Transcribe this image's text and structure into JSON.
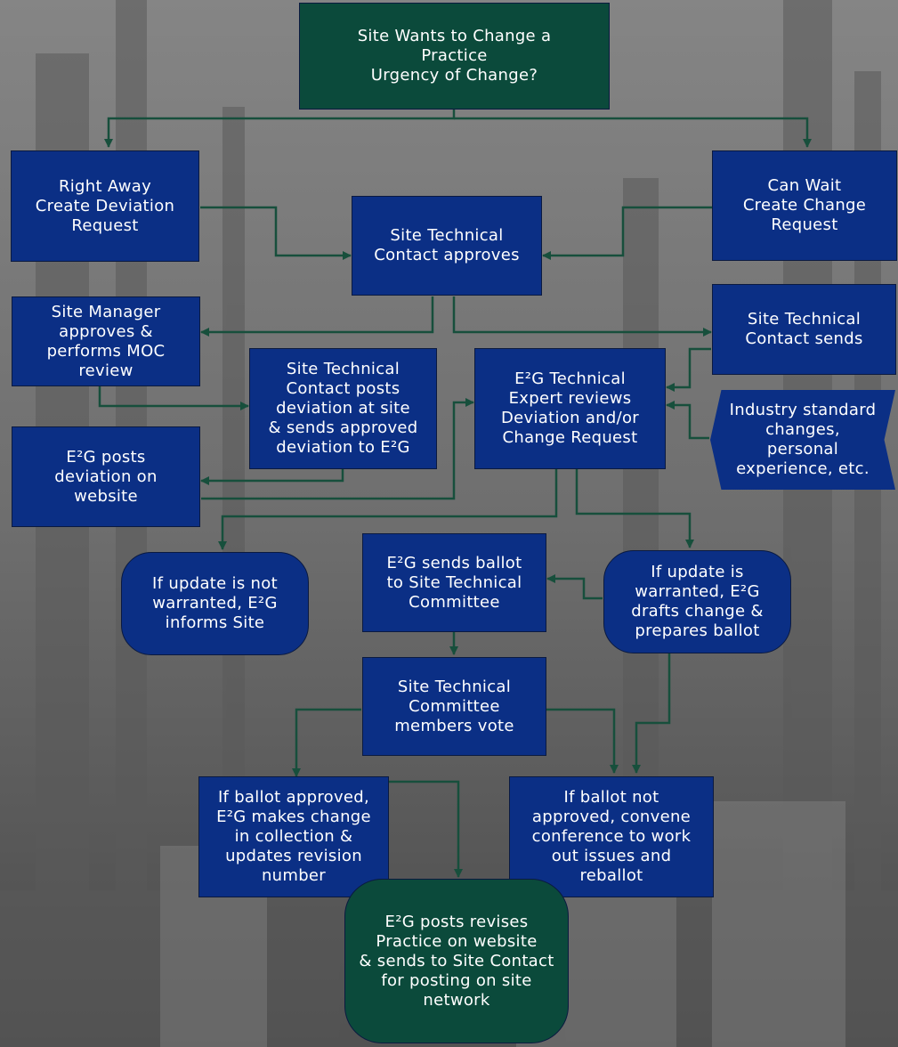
{
  "colors": {
    "box_blue": "#0b2f85",
    "box_green": "#0b4a3b",
    "arrow": "#174f3c",
    "text": "#ffffff",
    "background": "#6f6f6f"
  },
  "background_image": "grayscale photo of a refinery / industrial plant",
  "nodes": {
    "start": "Site Wants to Change a\nPractice\nUrgency of Change?",
    "right_away": "Right Away\nCreate Deviation\nRequest",
    "can_wait": "Can Wait\nCreate Change\nRequest",
    "stc_approves": "Site Technical\nContact approves",
    "site_manager": "Site Manager\napproves &\nperforms MOC\nreview",
    "stc_sends": "Site Technical\nContact sends",
    "stc_posts": "Site Technical\nContact posts\ndeviation at site\n& sends approved\ndeviation to E²G",
    "expert_reviews": "E²G Technical\nExpert reviews\nDeviation and/or\nChange Request",
    "industry": "Industry standard\nchanges,\npersonal\nexperience, etc.",
    "e2g_posts_deviation": "E²G posts\ndeviation on\nwebsite",
    "not_warranted": "If update is not\nwarranted, E²G\ninforms Site",
    "sends_ballot": "E²G sends ballot\nto Site Technical\nCommittee",
    "warranted": "If update is\nwarranted, E²G\ndrafts change &\nprepares ballot",
    "committee_vote": "Site Technical\nCommittee\nmembers vote",
    "ballot_approved": "If ballot approved,\nE²G makes change\nin collection &\nupdates revision\nnumber",
    "ballot_not_approved": "If ballot not\napproved, convene\nconference to work\nout issues and\nreballot",
    "final": "E²G posts revises\nPractice on website\n& sends to Site Contact\nfor posting on site\nnetwork"
  }
}
